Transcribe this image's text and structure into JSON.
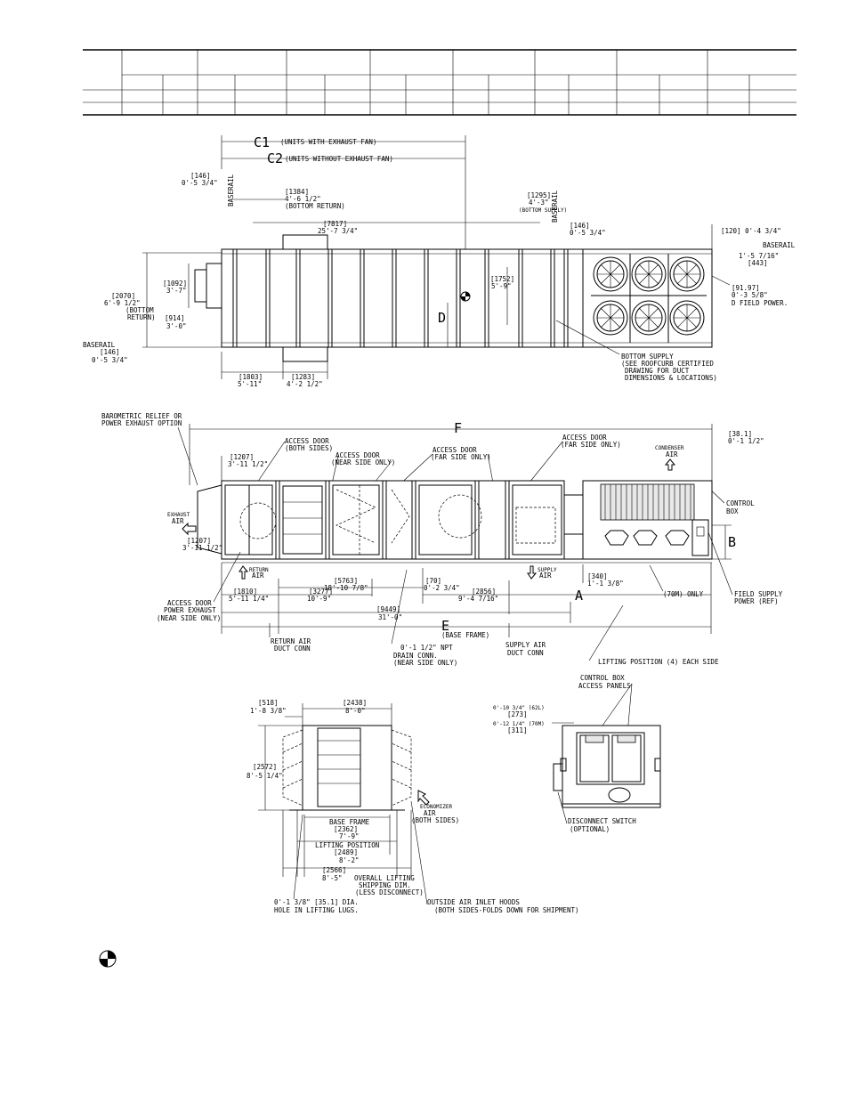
{
  "top_view": {
    "c1_label": "C1",
    "c1_text": "(UNITS WITH EXHAUST FAN)",
    "c2_label": "C2",
    "c2_text": "(UNITS WITHOUT EXHAUST FAN)",
    "baserail_label": "BASERAIL",
    "dim_146_a_mm": "[146]",
    "dim_146_a_ft": "0'-5 3/4\"",
    "dim_1384_mm": "[1384]",
    "dim_1384_ft": "4'-6 1/2\"",
    "dim_1384_note": "(BOTTOM RETURN)",
    "dim_1295_mm": "[1295]",
    "dim_1295_ft": "4'-3\"",
    "dim_1295_note": "(BOTTOM SUPPLY)",
    "dim_7817_mm": "[7817]",
    "dim_7817_ft": "25'-7 3/4\"",
    "dim_146_b_mm": "[146]",
    "dim_146_b_ft": "0'-5 3/4\"",
    "dim_120": "[120] 0'-4 3/4\"",
    "baserail_right": "BASERAIL",
    "dim_443_ft": "1'-5 7/16\"",
    "dim_443_mm": "[443]",
    "dim_2070_mm": "[2070]",
    "dim_2070_ft": "6'-9 1/2\"",
    "dim_2070_note1": "(BOTTOM",
    "dim_2070_note2": "RETURN)",
    "dim_1092_mm": "[1092]",
    "dim_1092_ft": "3'-7\"",
    "dim_914_mm": "[914]",
    "dim_914_ft": "3'-0\"",
    "baserail_bottom": "BASERAIL",
    "dim_146_c_mm": "[146]",
    "dim_146_c_ft": "0'-5 3/4\"",
    "d_label": "D",
    "dim_1752_mm": "[1752]",
    "dim_1752_ft": "5'-9\"",
    "dim_9197_mm": "[91.97]",
    "dim_9197_ft": "0'-3 5/8\"",
    "field_power": "D FIELD POWER.",
    "dim_1803_mm": "[1803]",
    "dim_1803_ft": "5'-11\"",
    "dim_1283_mm": "[1283]",
    "dim_1283_ft": "4'-2 1/2\"",
    "bottom_supply_1": "BOTTOM SUPPLY",
    "bottom_supply_2": "(SEE ROOFCURB CERTIFIED",
    "bottom_supply_3": "DRAWING FOR DUCT",
    "bottom_supply_4": "DIMENSIONS & LOCATIONS)"
  },
  "side_view": {
    "barometric_1": "BAROMETRIC RELIEF OR",
    "barometric_2": "POWER EXHAUST OPTION",
    "f_label": "F",
    "dim_381_mm": "[38.1]",
    "dim_381_ft": "0'-1 1/2\"",
    "dim_1207_a_mm": "[1207]",
    "dim_1207_a_ft": "3'-11 1/2\"",
    "access_both_1": "ACCESS DOOR",
    "access_both_2": "(BOTH SIDES)",
    "access_near_1": "ACCESS DOOR",
    "access_near_2": "(NEAR SIDE ONLY)",
    "access_far_1": "ACCESS DOOR",
    "access_far_2": "(FAR SIDE ONLY)",
    "access_far_r1": "ACCESS DOOR",
    "access_far_r2": "(FAR SIDE ONLY)",
    "condenser_1": "CONDENSER",
    "condenser_2": "AIR",
    "control_box_1": "CONTROL",
    "control_box_2": "BOX",
    "exhaust_1": "EXHAUST",
    "exhaust_2": "AIR",
    "dim_1207_b_mm": "[1207]",
    "dim_1207_b_ft": "3'-11 1/2\"",
    "return_air_1": "RETURN",
    "return_air_2": "AIR",
    "supply_air_1": "SUPPLY",
    "supply_air_2": "AIR",
    "b_label": "B",
    "dim_340_mm": "[340]",
    "dim_340_ft": "1'-1 3/8\"",
    "dim_5763_mm": "[5763]",
    "dim_5763_ft": "18'-10 7/8\"",
    "dim_70_mm": "[70]",
    "dim_70_ft": "0'-2 3/4\"",
    "dim_1810_mm": "[1810]",
    "dim_1810_ft": "5'-11 1/4\"",
    "dim_3277_mm": "[3277]",
    "dim_3277_ft": "10'-9\"",
    "dim_2856_mm": "[2856]",
    "dim_2856_ft": "9'-4 7/16\"",
    "a_label": "A",
    "only_70m": "(70M) ONLY",
    "field_supply_1": "FIELD SUPPLY",
    "field_supply_2": "POWER (REF)",
    "access_pe_1": "ACCESS DOOR",
    "access_pe_2": "POWER EXHAUST",
    "access_pe_3": "(NEAR SIDE ONLY)",
    "dim_9449_mm": "[9449]",
    "dim_9449_ft": "31'-0\"",
    "e_label": "E",
    "base_frame": "(BASE FRAME)",
    "return_duct_1": "RETURN AIR",
    "return_duct_2": "DUCT CONN",
    "drain_1": "0'-1 1/2\" NPT",
    "drain_2": "DRAIN CONN.",
    "drain_3": "(NEAR SIDE ONLY)",
    "supply_duct_1": "SUPPLY AIR",
    "supply_duct_2": "DUCT CONN",
    "lifting_pos": "LIFTING POSITION (4) EACH SIDE"
  },
  "end_view": {
    "dim_518_mm": "[518]",
    "dim_518_ft": "1'-8 3/8\"",
    "dim_2438_mm": "[2438]",
    "dim_2438_ft": "8'-0\"",
    "dim_2572_mm": "[2572]",
    "dim_2572_ft": "8'-5 1/4\"",
    "economizer_1": "ECONOMIZER",
    "economizer_2": "AIR",
    "economizer_3": "(BOTH SIDES)",
    "base_frame": "BASE FRAME",
    "dim_2362_mm": "[2362]",
    "dim_2362_ft": "7'-9\"",
    "lifting_position": "LIFTING POSITION",
    "dim_2489_mm": "[2489]",
    "dim_2489_ft": "8'-2\"",
    "dim_2566_mm": "[2566]",
    "dim_2566_ft": "8'-5\"",
    "overall_1": "OVERALL LIFTING",
    "overall_2": "SHIPPING DIM.",
    "overall_3": "(LESS DISCONNECT)",
    "hole_1": "0'-1 3/8\" [35.1] DIA.",
    "hole_2": "HOLE IN LIFTING LUGS.",
    "outside_air_1": "OUTSIDE AIR INLET HOODS",
    "outside_air_2": "(BOTH SIDES-FOLDS DOWN FOR SHIPMENT)"
  },
  "cond_view": {
    "control_panels_1": "CONTROL BOX",
    "control_panels_2": "ACCESS PANELS",
    "dim_62l_ft": "0'-10 3/4\" (62L)",
    "dim_62l_mm": "[273]",
    "dim_70m_ft": "0'-12 1/4\" (70M)",
    "dim_70m_mm": "[311]",
    "disconnect_1": "DISCONNECT SWITCH",
    "disconnect_2": "(OPTIONAL)"
  }
}
